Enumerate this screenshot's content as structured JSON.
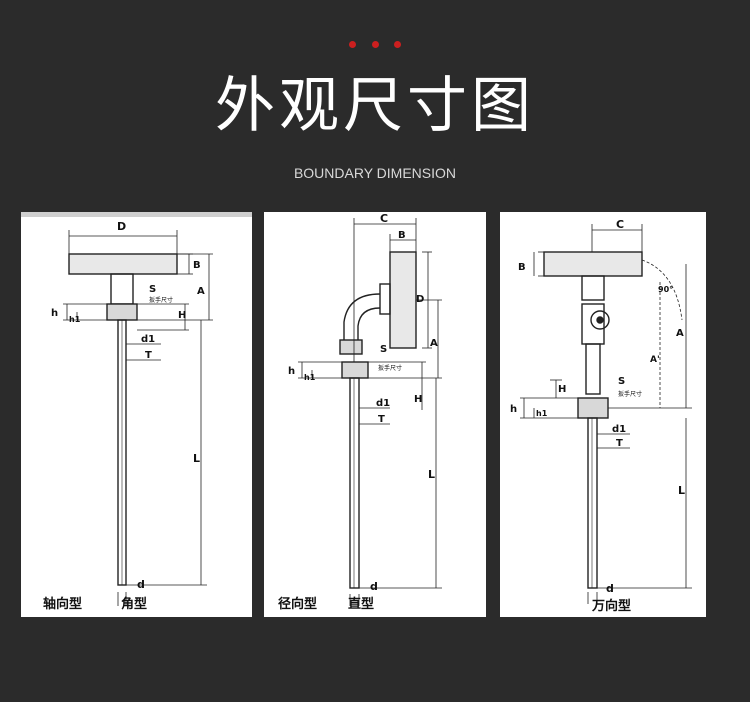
{
  "header": {
    "title": "外观尺寸图",
    "subtitle": "BOUNDARY DIMENSION",
    "dot_color": "#cc1f1f"
  },
  "panels": [
    {
      "labels": {
        "D": "D",
        "B": "B",
        "A": "A",
        "S": "S",
        "h": "h",
        "h1": "h1",
        "H": "H",
        "d1": "d1",
        "T": "T",
        "L": "L",
        "d": "d",
        "spanner": "扳手尺寸"
      },
      "caption_left": "轴向型",
      "caption_right": "角型"
    },
    {
      "labels": {
        "C": "C",
        "B": "B",
        "D": "D",
        "A": "A",
        "S": "S",
        "h": "h",
        "h1": "h1",
        "H": "H",
        "d1": "d1",
        "T": "T",
        "L": "L",
        "d": "d",
        "spanner": "扳手尺寸"
      },
      "caption_left": "径向型",
      "caption_right": "直型"
    },
    {
      "labels": {
        "C": "C",
        "B": "B",
        "angle": "90°",
        "A": "A",
        "A_prime": "A'",
        "H": "H",
        "S": "S",
        "h": "h",
        "h1": "h1",
        "d1": "d1",
        "T": "T",
        "L": "L",
        "d": "d",
        "spanner": "扳手尺寸"
      },
      "caption": "万向型"
    }
  ]
}
